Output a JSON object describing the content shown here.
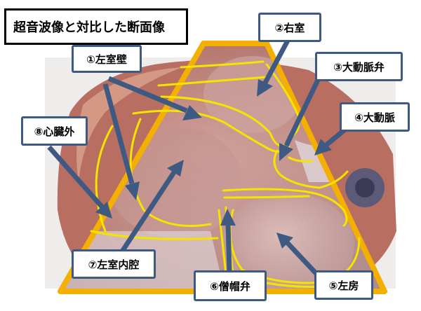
{
  "title": "超音波像と対比した断面像",
  "labels": {
    "left_ventricle_wall": "①左室壁",
    "right_ventricle": "②右室",
    "aortic_valve": "③大動脈弁",
    "aorta": "④大動脈",
    "left_atrium": "⑤左房",
    "mitral_valve": "⑥僧帽弁",
    "left_ventricle_cavity": "⑦左室内腔",
    "pericardium": "⑧心臓外"
  },
  "colors": {
    "label_border": "#3e5a82",
    "arrow": "#3e5a82",
    "fan_outline": "#f4b000",
    "outline": "#f5e400"
  }
}
